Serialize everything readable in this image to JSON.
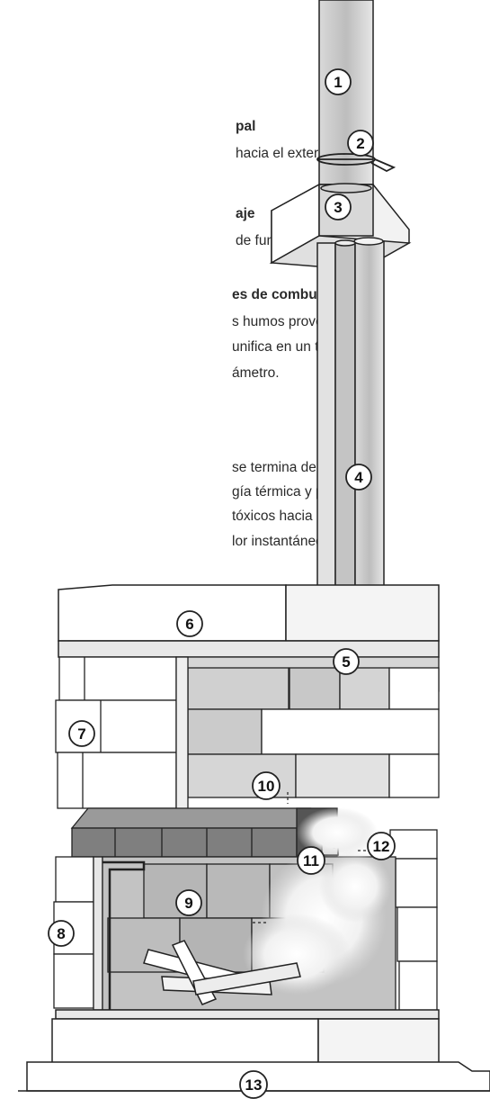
{
  "text_lines": [
    {
      "text": "pal",
      "bold": true
    },
    {
      "text": "hacia el exterior.",
      "bold": false
    },
    {
      "text": "aje",
      "bold": true
    },
    {
      "text": "de funcionamiento.",
      "bold": false
    },
    {
      "text": "es de combustión",
      "bold": true
    },
    {
      "text": "s humos provenientes",
      "bold": false
    },
    {
      "text": "unifica en un tubo",
      "bold": false
    },
    {
      "text": "ámetro.",
      "bold": false
    },
    {
      "text": "se termina de",
      "bold": false
    },
    {
      "text": "gía térmica y para",
      "bold": false
    },
    {
      "text": "tóxicos hacia el",
      "bold": false
    },
    {
      "text": "lor instantáneo.",
      "bold": false
    }
  ],
  "callouts": [
    "1",
    "2",
    "3",
    "4",
    "5",
    "6",
    "7",
    "8",
    "9",
    "10",
    "11",
    "12",
    "13"
  ],
  "colors": {
    "brick_light": "#ffffff",
    "brick_shaded": "#d2d2d2",
    "brick_dark": "#8c8c8c",
    "metal": "#c9c9c9",
    "outline": "#222222",
    "smoke": "#f4f4f4"
  }
}
